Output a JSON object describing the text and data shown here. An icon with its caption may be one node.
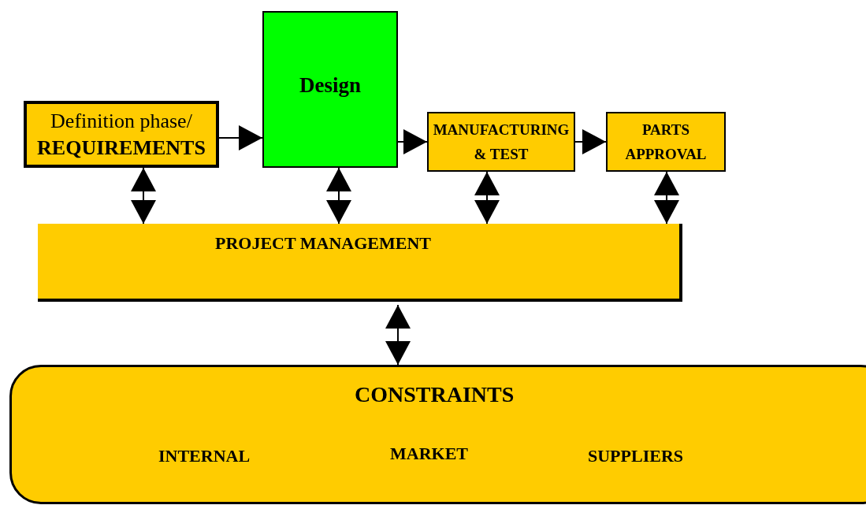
{
  "diagram": {
    "nodes": [
      {
        "text": [
          "Definition phase/ **REQUIREMENTS**"
        ]
      },
      {
        "text": [
          "Design"
        ]
      },
      {
        "text": [
          "MANUFACTURING & TEST"
        ]
      },
      {
        "text": [
          "PARTS APPROVAL"
        ]
      },
      {
        "text": [
          "PROJECT MANAGEMENT"
        ]
      },
      {
        "text": [
          "CONSTRAINTS",
          "INTERNAL",
          "MARKET",
          "SUPPLIERS"
        ]
      }
    ],
    "edges": [
      {
        "from": 0,
        "to": 1,
        "arrow": "to"
      },
      {
        "from": 1,
        "to": 2,
        "arrow": "to"
      },
      {
        "from": 2,
        "to": 3,
        "arrow": "to"
      },
      {
        "from": 0,
        "to": 4,
        "arrow": "both"
      },
      {
        "from": 1,
        "to": 4,
        "arrow": "both"
      },
      {
        "from": 2,
        "to": 4,
        "arrow": "both"
      },
      {
        "from": 3,
        "to": 4,
        "arrow": "both"
      },
      {
        "from": 4,
        "to": 5,
        "arrow": "both"
      }
    ]
  }
}
